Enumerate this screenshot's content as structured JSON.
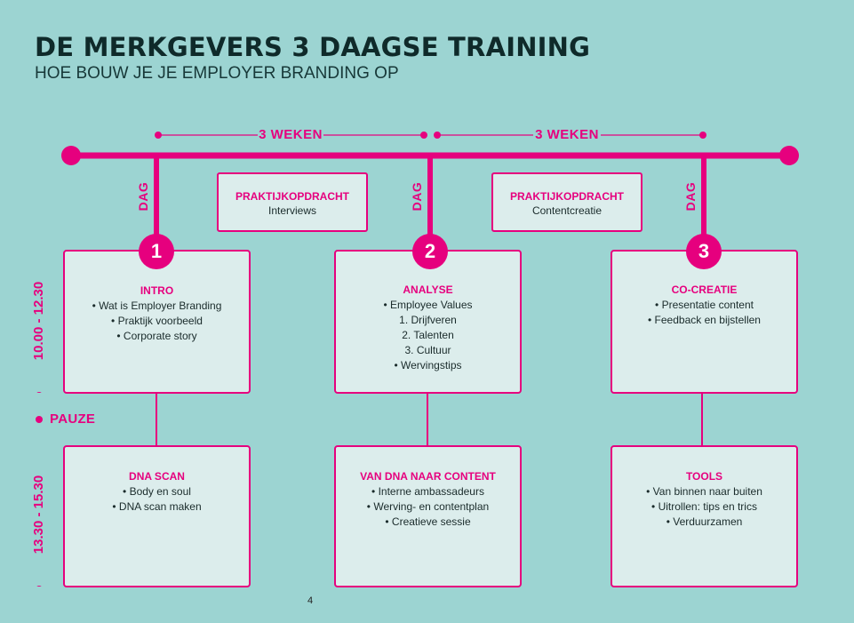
{
  "header": {
    "title": "DE MERKGEVERS 3 DAAGSE TRAINING",
    "subtitle": "HOE BOUW JE JE EMPLOYER BRANDING OP"
  },
  "timeline": {
    "weeks": [
      "3 WEKEN",
      "3 WEKEN"
    ],
    "dag_label": "DAG",
    "assignments": [
      {
        "title": "PRAKTIJKOPDRACHT",
        "subtitle": "Interviews"
      },
      {
        "title": "PRAKTIJKOPDRACHT",
        "subtitle": "Contentcreatie"
      }
    ]
  },
  "times": {
    "morning": "10.00 - 12.30",
    "break": "PAUZE",
    "afternoon": "13.30 - 15.30"
  },
  "days": [
    {
      "number": "1",
      "morning": {
        "title": "INTRO",
        "items": [
          "• Wat is Employer Branding",
          "• Praktijk voorbeeld",
          "• Corporate story"
        ]
      },
      "afternoon": {
        "title": "DNA SCAN",
        "items": [
          "• Body en soul",
          "• DNA scan maken"
        ]
      }
    },
    {
      "number": "2",
      "morning": {
        "title": "ANALYSE",
        "items": [
          "• Employee Values",
          "1.  Drijfveren",
          "2.  Talenten",
          "3.  Cultuur",
          "• Wervingstips"
        ]
      },
      "afternoon": {
        "title": "VAN DNA NAAR CONTENT",
        "items": [
          "• Interne ambassadeurs",
          "• Werving- en contentplan",
          "• Creatieve sessie"
        ]
      }
    },
    {
      "number": "3",
      "morning": {
        "title": "CO-CREATIE",
        "items": [
          "• Presentatie content",
          "• Feedback en bijstellen"
        ]
      },
      "afternoon": {
        "title": "TOOLS",
        "items": [
          "• Van binnen naar buiten",
          "• Uitrollen: tips en trics",
          "• Verduurzamen"
        ]
      }
    }
  ],
  "footer": {
    "page_number": "4"
  },
  "colors": {
    "accent": "#e6007e",
    "background": "#9cd4d2",
    "card": "#dcedec",
    "title": "#0f2a2a"
  }
}
